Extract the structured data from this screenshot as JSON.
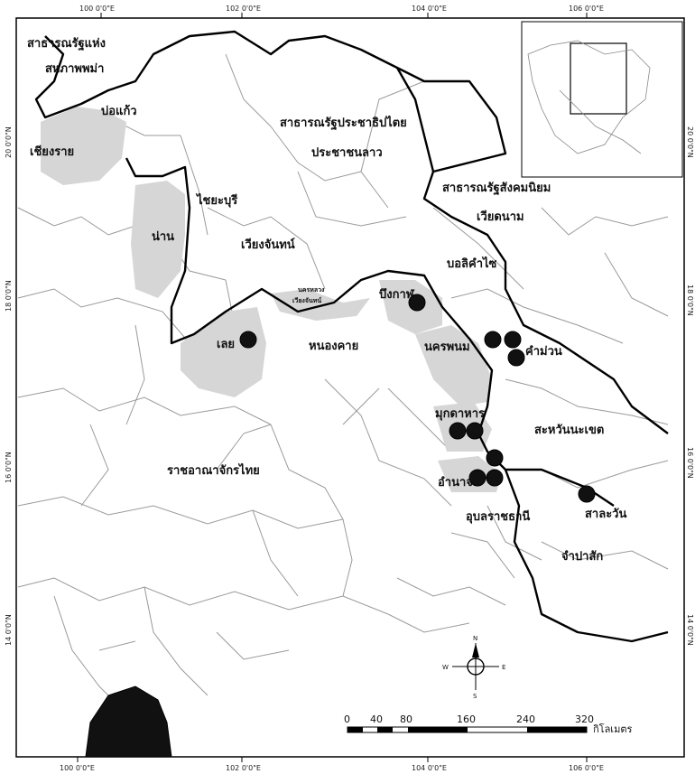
{
  "colors": {
    "background": "#ffffff",
    "province_border": "#999999",
    "country_border": "#000000",
    "shaded_area": "#d9d9d9",
    "marker": "#111111",
    "ocean_area": "#111111"
  },
  "axis": {
    "top_ticks": [
      "100 0'0\"E",
      "102 0'0\"E",
      "104 0'0\"E",
      "106 0'0\"E"
    ],
    "bottom_ticks": [
      "100 0'0\"E",
      "102 0'0\"E",
      "104 0'0\"E",
      "106 0'0\"E"
    ],
    "left_ticks": [
      "20 0'0\"N",
      "18 0'0\"N",
      "16 0'0\"N",
      "14 0'0\"N"
    ],
    "right_ticks": [
      "20 0'0\"N",
      "18 0'0\"N",
      "16 0'0\"N",
      "14 0'0\"N"
    ]
  },
  "labels": {
    "myanmar_line1": "สาธารณรัฐแห่ง",
    "myanmar_line2": "สหภาพพม่า",
    "bokeo": "บ่อแก้ว",
    "chiang_rai": "เชียงราย",
    "laos_line1": "สาธารณรัฐประชาธิปไตย",
    "laos_line2": "ประชาชนลาว",
    "vietnam_line1": "สาธารณรัฐสังคมนิยม",
    "vietnam_line2": "เวียดนาม",
    "sayaboury": "ไชยะบุรี",
    "nan": "น่าน",
    "vientiane_province": "เวียงจันทน์",
    "vientiane_capital_line1": "นครหลวง",
    "vientiane_capital_line2": "เวียงจันทน์",
    "bolikhamxay": "บอลิคำไซ",
    "bueng_kan": "บึงกาฬ",
    "loei": "เลย",
    "nong_khai": "หนองคาย",
    "nakhon_phanom": "นครพนม",
    "khammouane": "คำม่วน",
    "mukdahan": "มุกดาหาร",
    "savannakhet": "สะหวันนะเขต",
    "thailand": "ราชอาณาจักรไทย",
    "amnat": "อำนาจ",
    "salavan": "สาละวัน",
    "ubon": "อุบลราชธานี",
    "champasak": "จำปาสัก"
  },
  "compass": {
    "n": "N",
    "s": "S",
    "e": "E",
    "w": "W"
  },
  "scale_bar": {
    "ticks": [
      "0",
      "40",
      "80",
      "160",
      "240",
      "320"
    ],
    "unit": "กิโลเมตร"
  }
}
